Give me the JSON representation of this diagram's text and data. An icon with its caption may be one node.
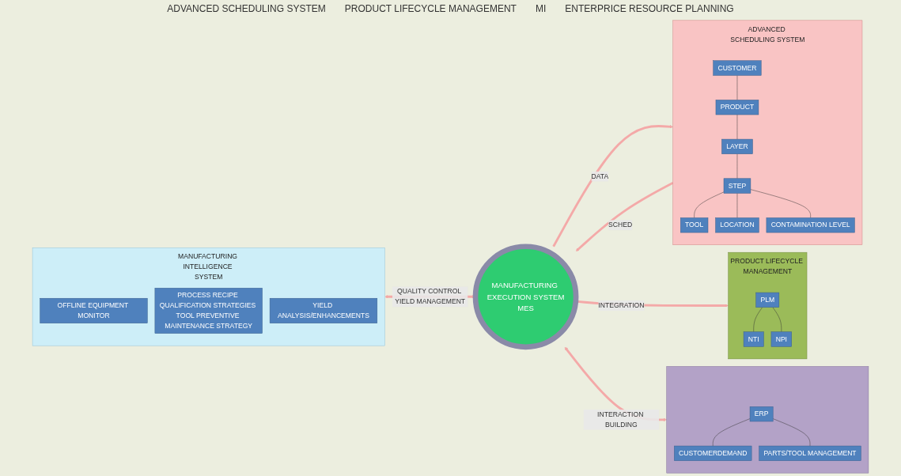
{
  "diagram": {
    "nodes": [
      {
        "text": [
          "ADVANCED SCHEDULING SYSTEM"
        ]
      },
      {
        "text": [
          "CUSTOMER"
        ],
        "in": 0
      },
      {
        "text": [
          "PRODUCT"
        ],
        "in": 0
      },
      {
        "text": [
          "LAYER"
        ],
        "in": 0
      },
      {
        "text": [
          "STEP"
        ],
        "in": 0
      },
      {
        "text": [
          "TOOL"
        ],
        "in": 0
      },
      {
        "text": [
          "LOCATION"
        ],
        "in": 0
      },
      {
        "text": [
          "CONTAMINATION LEVEL"
        ],
        "in": 0
      },
      {
        "text": [
          "MANUFACTURING INTELLIGENCE SYSTEM"
        ]
      },
      {
        "text": [
          "OFFLINE EQUIPMENT MONITOR"
        ],
        "in": 8
      },
      {
        "text": [
          "PROCESS RECIPE QUALIFICATION STRATEGIES TOOL PREVENTIVE MAINTENANCE STRATEGY"
        ],
        "in": 8
      },
      {
        "text": [
          "YIELD ANALYSIS/ENHANCEMENTS"
        ],
        "in": 8
      },
      {
        "text": [
          "MANUFACTURING EXECUTION SYSTEM",
          "MES"
        ],
        "beside": [
          "ADVANCED SCHEDULING SYSTEM",
          "PRODUCT LIFECYCLE MANAGEMENT",
          "MI",
          "ENTERPRICE RESOURCE PLANNING"
        ]
      },
      {
        "text": [
          "PRODUCT LIFECYCLE MANAGEMENT"
        ]
      },
      {
        "text": [
          "PLM"
        ],
        "in": 13
      },
      {
        "text": [
          "NTI"
        ],
        "in": 13
      },
      {
        "text": [
          "NPI"
        ],
        "in": 13
      },
      {
        "text": [],
        "shape": "box"
      },
      {
        "text": [
          "ERP"
        ],
        "in": 17
      },
      {
        "text": [
          "CUSTOMERDEMAND"
        ],
        "in": 17
      },
      {
        "text": [
          "PARTS/TOOL MANAGEMENT"
        ],
        "in": 17
      }
    ],
    "edges": [
      {
        "from": 1,
        "to": 2,
        "arrow": "none"
      },
      {
        "from": 2,
        "to": 3,
        "arrow": "none"
      },
      {
        "from": 3,
        "to": 4,
        "arrow": "none"
      },
      {
        "from": 4,
        "to": 5,
        "arrow": "none"
      },
      {
        "from": 4,
        "to": 6,
        "arrow": "none"
      },
      {
        "from": 4,
        "to": 7,
        "arrow": "none"
      },
      {
        "from": 12,
        "to": 0,
        "arrow": "to",
        "label": "DATA",
        "style": "thick",
        "color": "#f4a9a8"
      },
      {
        "from": 0,
        "to": 12,
        "arrow": "to",
        "label": "SCHED",
        "style": "thick",
        "color": "#f4a9a8"
      },
      {
        "from": 8,
        "to": 12,
        "arrow": "both",
        "label": "QUALITY CONTROL YIELD MANAGEMENT",
        "style": "thick",
        "color": "#f4a9a8"
      },
      {
        "from": 12,
        "to": 13,
        "arrow": "both",
        "label": "INTEGRATION",
        "style": "thick",
        "color": "#f4a9a8"
      },
      {
        "from": 12,
        "to": 17,
        "arrow": "both",
        "label": "INTERACTION BUILDING",
        "style": "thick",
        "color": "#f4a9a8"
      },
      {
        "from": 14,
        "to": 15,
        "arrow": "none"
      },
      {
        "from": 14,
        "to": 16,
        "arrow": "none"
      },
      {
        "from": 18,
        "to": 19,
        "arrow": "none"
      },
      {
        "from": 18,
        "to": 20,
        "arrow": "none"
      }
    ]
  }
}
